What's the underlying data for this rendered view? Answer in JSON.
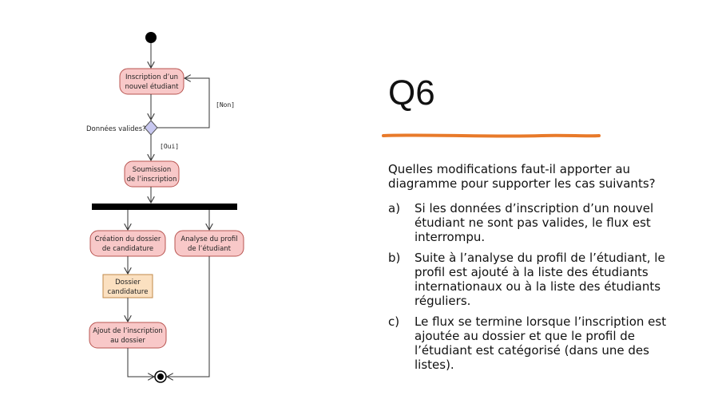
{
  "diagram": {
    "nodes": {
      "inscription": [
        "Inscription d’un",
        "nouvel étudiant"
      ],
      "decision_label": "Données valides?",
      "soumission": [
        "Soumission",
        "de l’inscription"
      ],
      "creation": [
        "Création du dossier",
        "de candidature"
      ],
      "analyse": [
        "Analyse du profil",
        "de l’étudiant"
      ],
      "dossier": [
        "Dossier",
        "candidature"
      ],
      "ajout": [
        "Ajout de l’inscription",
        "au dossier"
      ]
    },
    "guards": {
      "non": "[Non]",
      "oui": "[Oui]"
    }
  },
  "slide": {
    "title": "Q6",
    "question": "Quelles modifications faut-il apporter au diagramme pour supporter les cas suivants?",
    "items": [
      {
        "marker": "a)",
        "text": "Si les données d’inscription d’un nouvel étudiant ne sont pas valides, le flux est interrompu."
      },
      {
        "marker": "b)",
        "text": "Suite à l’analyse du profil de l’étudiant, le profil est ajouté à la liste des étudiants internationaux ou à la liste des étudiants réguliers."
      },
      {
        "marker": "c)",
        "text": "Le flux se termine lorsque l’inscription est ajoutée au dossier et que le profil de l’étudiant est catégorisé (dans une des listes)."
      }
    ]
  },
  "colors": {
    "action_fill": "#f8c8c8",
    "action_stroke": "#b85450",
    "object_fill": "#fbe0c0",
    "object_stroke": "#c08a4a",
    "decision_fill": "#c8c8f0",
    "accent": "#e87a2a"
  }
}
